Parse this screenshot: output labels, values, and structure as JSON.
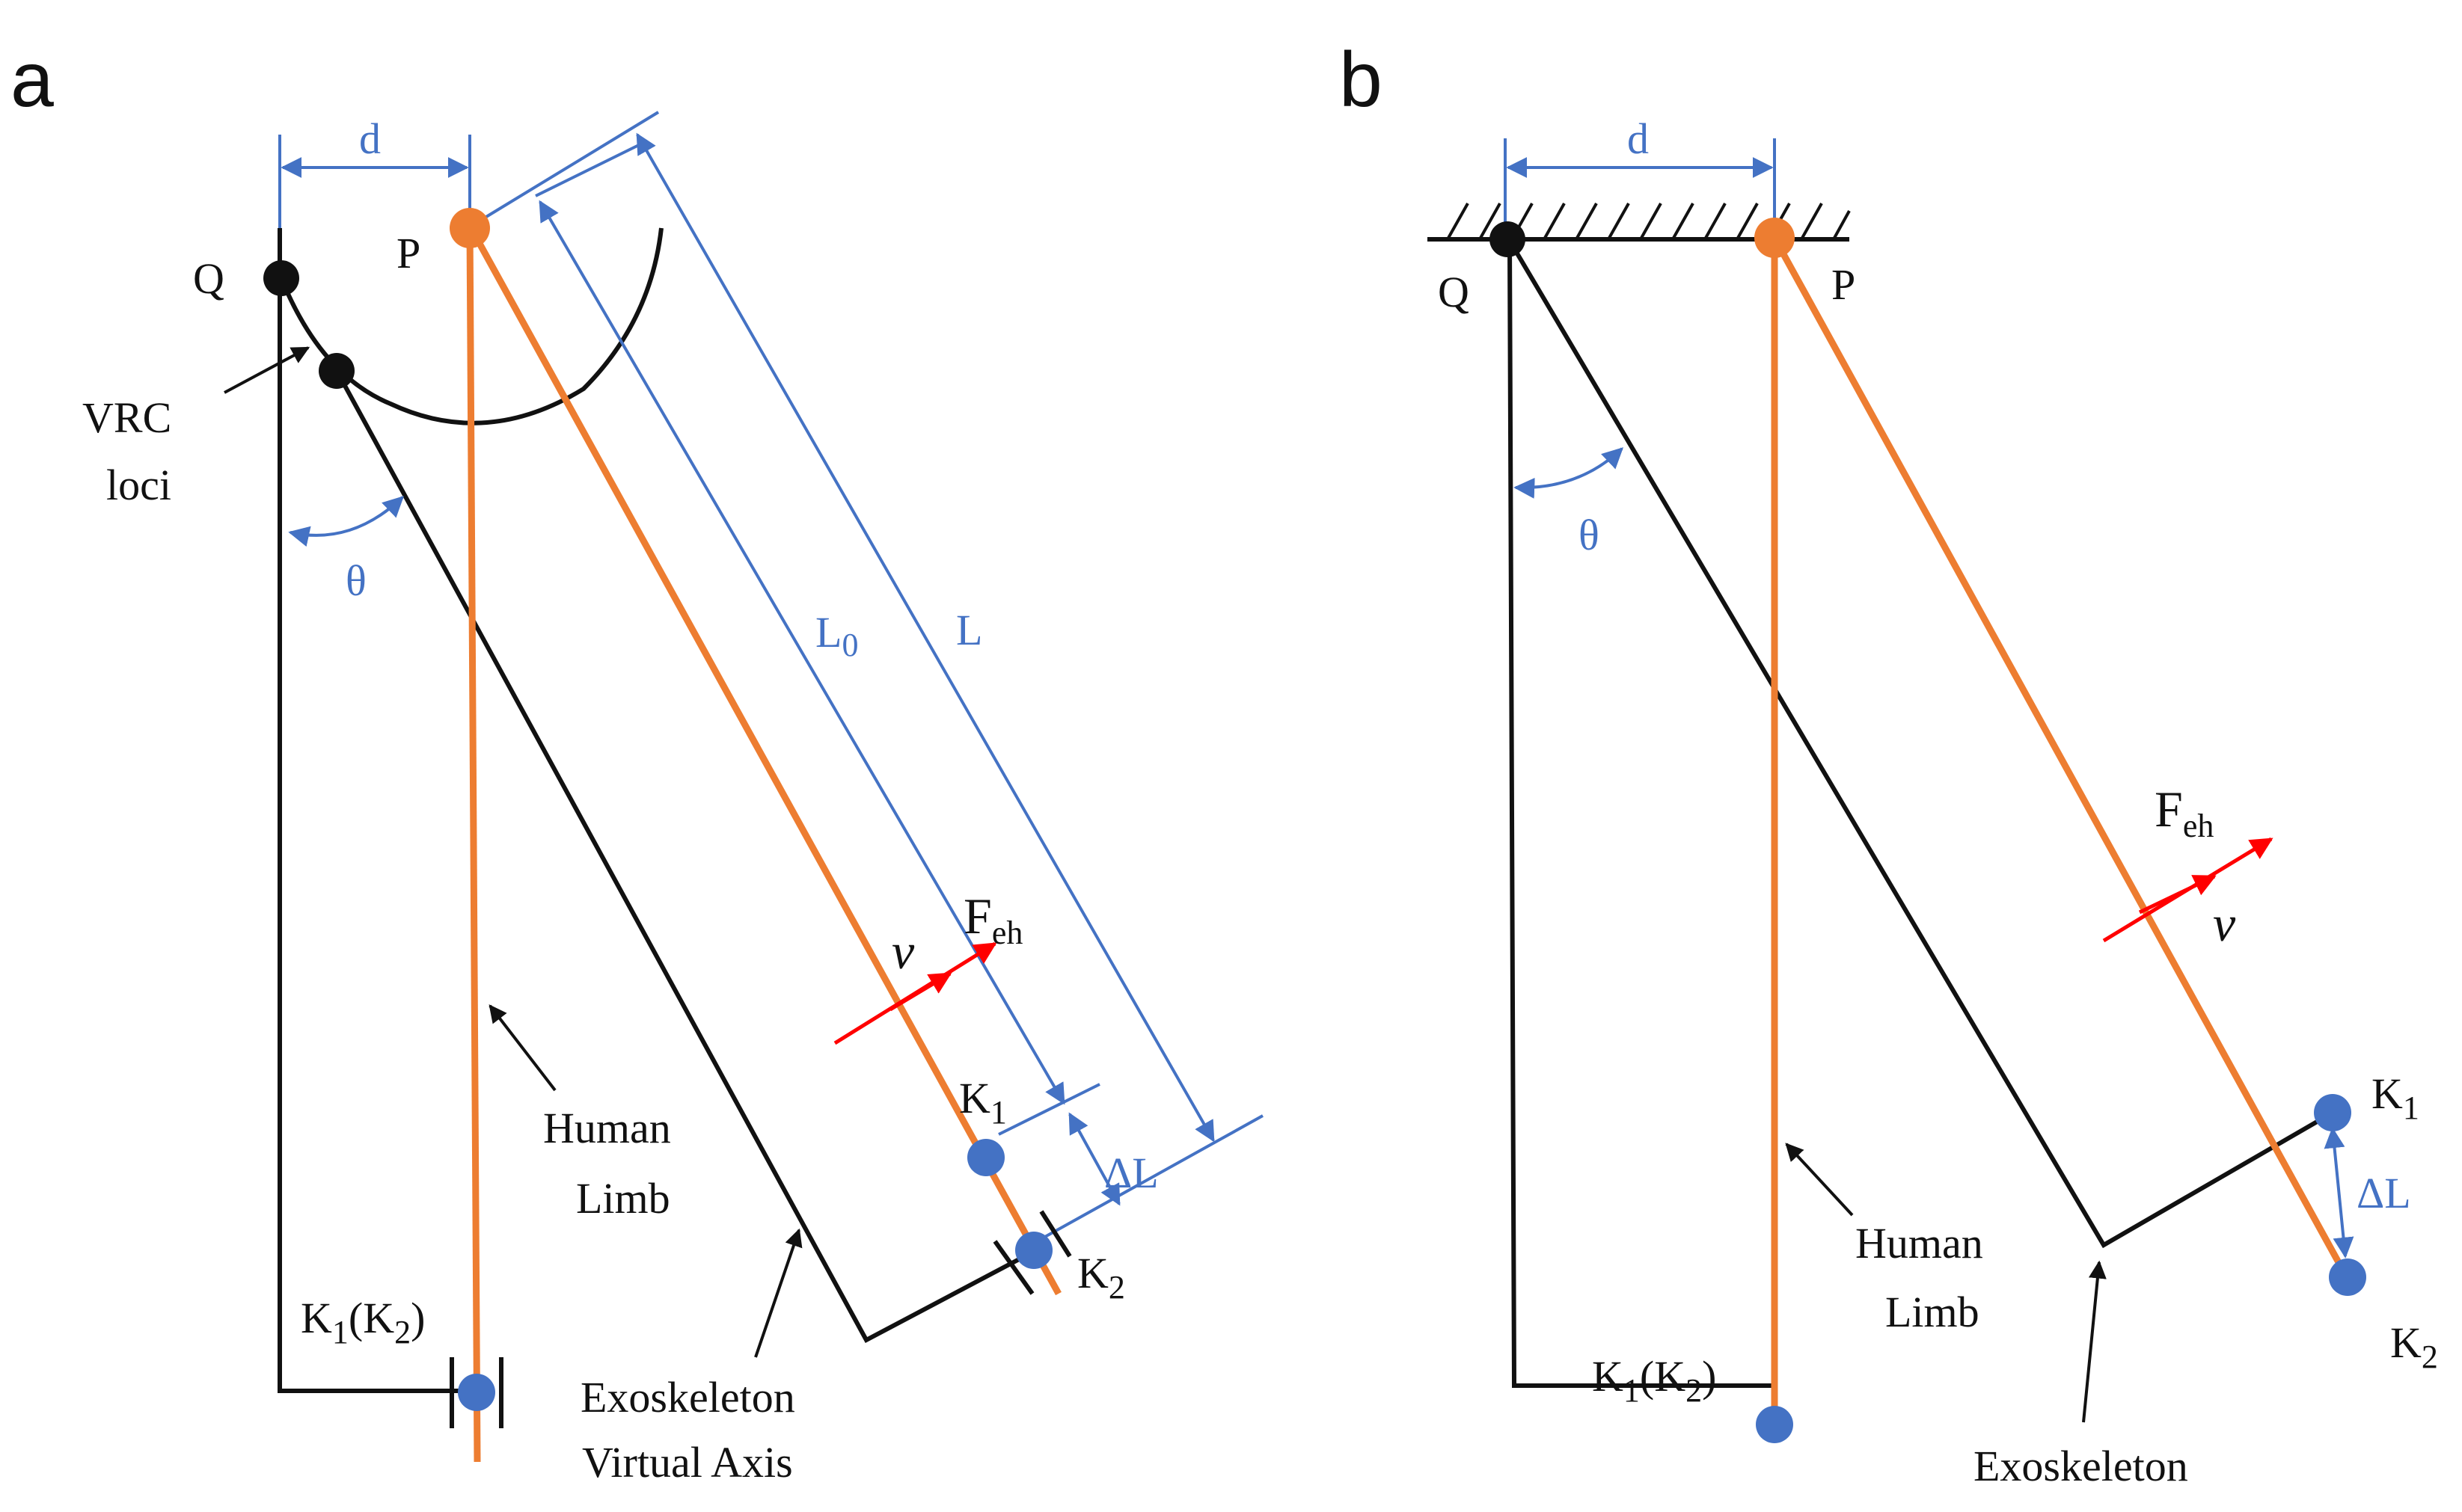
{
  "colors": {
    "structure": "#111111",
    "human_limb": "#ED7D31",
    "dimension": "#4472C4",
    "force": "#FF0000",
    "joint_fixed": "#111111",
    "joint_human": "#ED7D31",
    "joint_knee": "#4472C4"
  },
  "panel_a": {
    "label": "a",
    "dim_d": "d",
    "point_q": "Q",
    "point_p": "P",
    "vrc_line1": "VRC",
    "vrc_line2": "loci",
    "theta": "θ",
    "L0_main": "L",
    "L0_sub": "0",
    "L": "L",
    "delta_L": "ΔL",
    "F_main": "F",
    "F_sub": "eh",
    "v": "v",
    "K1_main": "K",
    "K1_sub": "1",
    "K2_main": "K",
    "K2_sub": "2",
    "K1K2_a": "K",
    "K1K2_sub1": "1",
    "K1K2_b": "(K",
    "K1K2_sub2": "2",
    "K1K2_c": ")",
    "human_line1": "Human",
    "human_line2": "Limb",
    "exo_line1": "Exoskeleton",
    "exo_line2": "Virtual Axis"
  },
  "panel_b": {
    "label": "b",
    "dim_d": "d",
    "point_q": "Q",
    "point_p": "P",
    "theta": "θ",
    "delta_L": "ΔL",
    "F_main": "F",
    "F_sub": "eh",
    "v": "v",
    "K1_main": "K",
    "K1_sub": "1",
    "K2_main": "K",
    "K2_sub": "2",
    "K1K2_a": "K",
    "K1K2_sub1": "1",
    "K1K2_b": "(K",
    "K1K2_sub2": "2",
    "K1K2_c": ")",
    "human_line1": "Human",
    "human_line2": "Limb",
    "exo_label": "Exoskeleton"
  }
}
